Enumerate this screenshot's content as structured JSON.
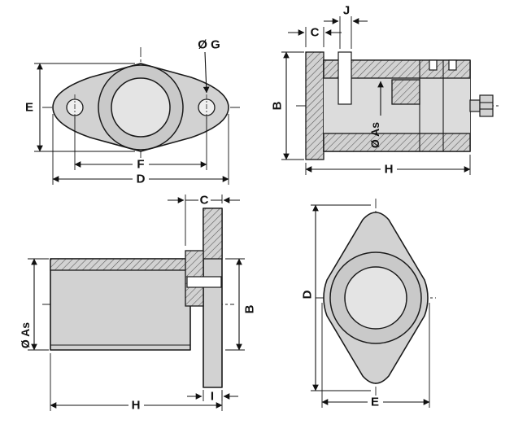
{
  "drawing": {
    "colors": {
      "background": "#ffffff",
      "line": "#1a1a1a",
      "part_fill": "#d2d2d2",
      "boss_fill": "#c9c9c9",
      "bore_fill": "#e4e4e4"
    },
    "labels": {
      "front": {
        "e": "E",
        "g": "Ø G",
        "f": "F",
        "d": "D"
      },
      "section": {
        "j": "J",
        "c": "C",
        "b": "B",
        "as": "Ø As",
        "h": "H"
      },
      "side": {
        "c": "C",
        "b": "B",
        "as": "Ø As",
        "h": "H",
        "i": "I"
      },
      "back": {
        "d": "D",
        "e": "E"
      }
    }
  }
}
